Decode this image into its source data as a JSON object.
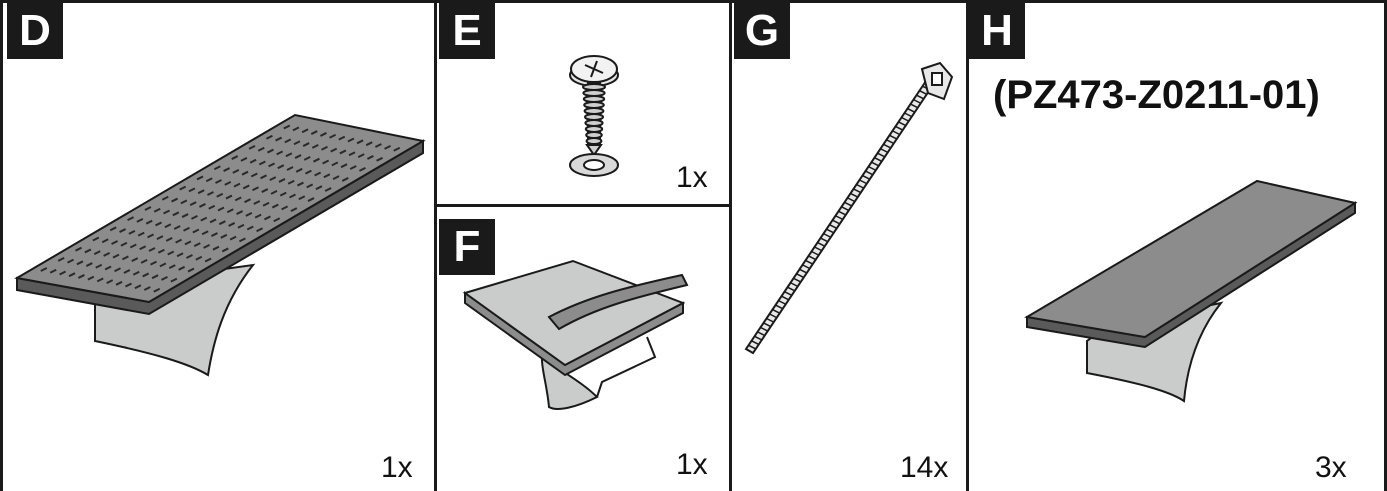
{
  "panels": {
    "D": {
      "letter": "D",
      "quantity": "1x"
    },
    "E": {
      "letter": "E",
      "quantity": "1x"
    },
    "F": {
      "letter": "F",
      "quantity": "1x"
    },
    "G": {
      "letter": "G",
      "quantity": "14x"
    },
    "H": {
      "letter": "H",
      "quantity": "3x",
      "part_number": "(PZ473-Z0211-01)"
    }
  },
  "colors": {
    "border": "#1a1a1a",
    "plate": "#8c8c8c",
    "plate_dark": "#5a5a5a",
    "tape": "#c9cccb"
  },
  "icons": {
    "D": "perforated-pad-with-adhesive-icon",
    "E": "screw-and-lock-washer-icon",
    "F": "adhesive-pad-peel-icon",
    "G": "cable-tie-icon",
    "H": "flat-pad-with-adhesive-icon"
  }
}
